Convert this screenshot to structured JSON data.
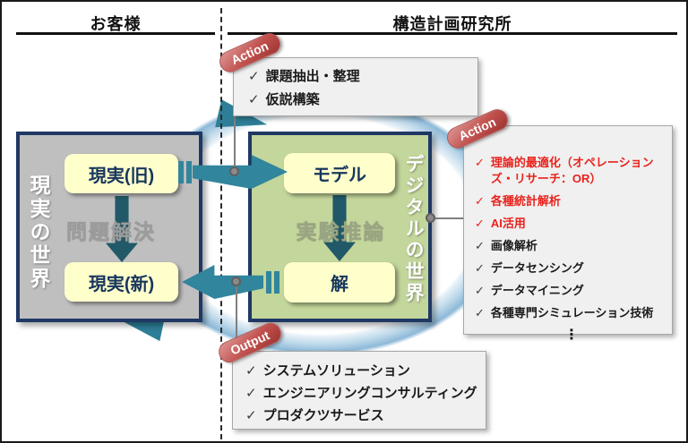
{
  "header": {
    "left_title": "お客様",
    "right_title": "構造計画研究所"
  },
  "real_world": {
    "side_label": "現実の世界",
    "top_node": "現実(旧)",
    "process": "問題解決",
    "bottom_node": "現実(新)"
  },
  "digital_world": {
    "side_label": "デジタルの世界",
    "top_node": "モデル",
    "process": "実験推論",
    "bottom_node": "解"
  },
  "action_top": {
    "badge": "Action",
    "items": [
      "課題抽出・整理",
      "仮説構築"
    ]
  },
  "action_right": {
    "badge": "Action",
    "items": [
      "理論的最適化（オペレーションズ・リサーチ：OR）",
      "各種統計解析",
      "AI活用",
      "画像解析",
      "データセンシング",
      "データマイニング",
      "各種専門シミュレーション技術"
    ],
    "highlighted_count": 3,
    "more": "⋮"
  },
  "output": {
    "badge": "Output",
    "items": [
      "システムソリューション",
      "エンジニアリングコンサルティング",
      "プロダクツサービス"
    ]
  },
  "glyphs": {
    "check": "✓"
  },
  "colors": {
    "flow_arrow_teal": "#31859c",
    "process_arrow_dark_teal": "#215968",
    "world_border_navy": "#203864",
    "real_world_fill": "#bfbfbf",
    "digital_world_fill": "#c3d69b",
    "node_fill": "#ffffcc",
    "node_text_navy": "#17365d",
    "badge_red": "#c0504d",
    "highlight_text_red": "#e8231d",
    "callout_bg": "#f0f0f0",
    "cycle_ring_blue": "#8db9d8"
  }
}
